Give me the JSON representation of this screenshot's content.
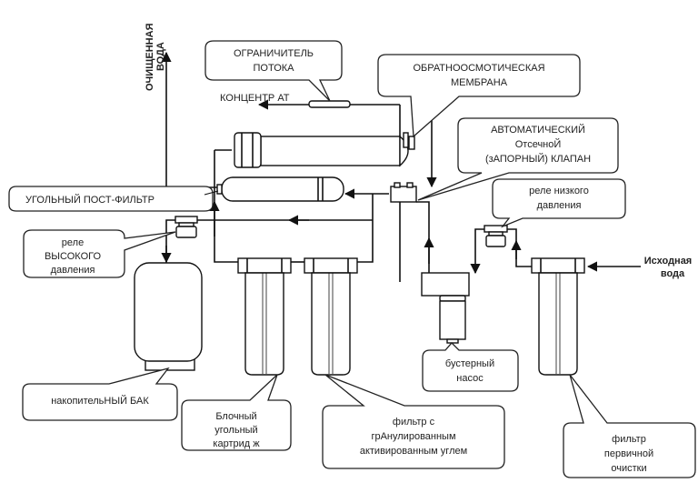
{
  "diagram": {
    "labels": {
      "clean_water": [
        "ОЧИЩЕННАЯ",
        "ВОДА"
      ],
      "flow_limiter": [
        "ОГРАНИЧИТЕЛЬ",
        "ПОТОКА"
      ],
      "concentrate": "КОНЦЕНТР АТ",
      "membrane": [
        "ОБРАТНООСМОТИЧЕСКАЯ",
        "МЕМБРАНА"
      ],
      "shutoff_valve": [
        "АВТОМАТИЧЕСКИЙ",
        "ОтсечноЙ",
        "(зАПОРНЫЙ) КЛАПАН"
      ],
      "post_filter": "УГОЛЬНЫЙ ПОСТ-ФИЛЬТР",
      "low_pressure_relay": [
        "реле низкого",
        "давления"
      ],
      "high_pressure_relay": [
        "реле",
        "ВЫСОКОГО",
        "давления"
      ],
      "source_water": [
        "Исходная",
        "вода"
      ],
      "storage_tank": "накопительНЫЙ БАК",
      "carbon_block": [
        "Блочный",
        "угольный",
        "картрид ж"
      ],
      "granular_carbon": [
        "фильтр с",
        "грАнулированным",
        "активированным углем"
      ],
      "booster_pump": [
        "бустерный",
        "насос"
      ],
      "prefilter": [
        "фильтр",
        "первичной",
        "очистки"
      ]
    }
  }
}
